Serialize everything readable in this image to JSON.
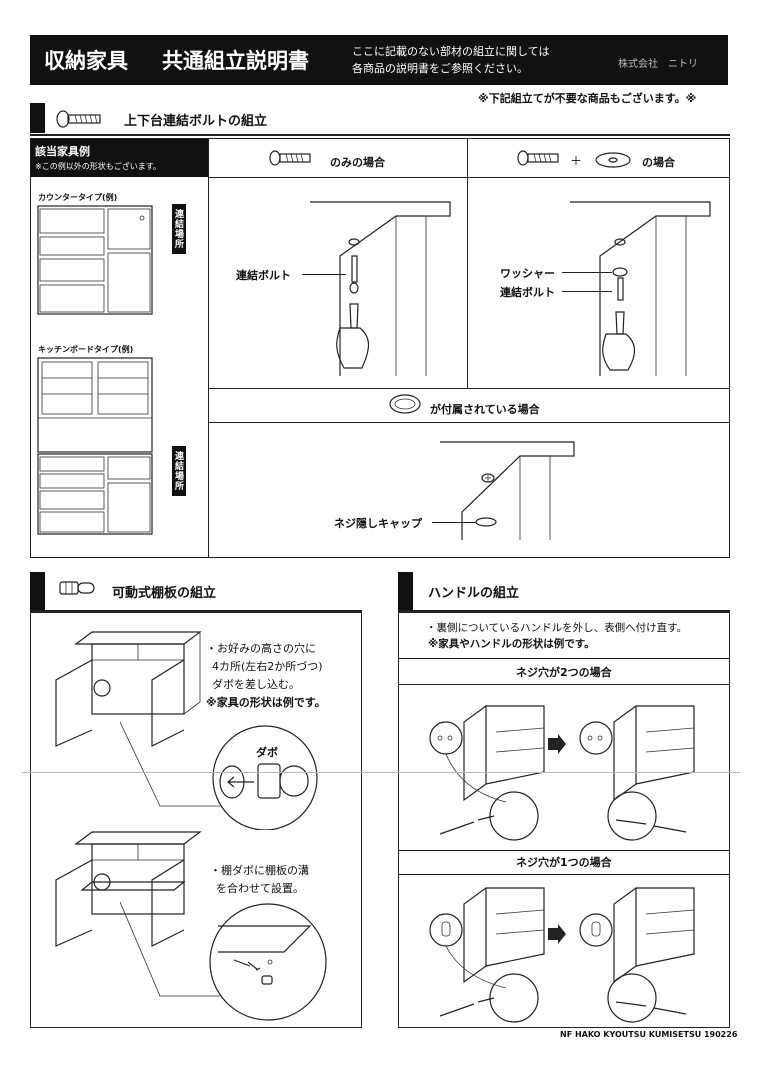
{
  "header": {
    "title_left": "収納家具",
    "title_main": "共通組立説明書",
    "notice_line1": "ここに記載のない部材の組立に関しては",
    "notice_line2": "各商品の説明書をご参照ください。",
    "company": "株式会社　ニトリ",
    "sub_notice": "※下記組立てが不要な商品もございます。※"
  },
  "section_bolt": {
    "title": "上下台連結ボルトの組立",
    "example_title": "該当家具例",
    "example_note": "※この例以外の形状もございます。",
    "case_only": "のみの場合",
    "case_plus": "＋",
    "case_both": "の場合",
    "counter_type": "カウンタータイプ(例)",
    "kitchen_type": "キッチンボードタイプ(例)",
    "tag1": "連結場所",
    "tag2": "連結場所",
    "label_bolt": "連結ボルト",
    "label_washer": "ワッシャー",
    "label_bolt2": "連結ボルト",
    "cap_case": "が付属されている場合",
    "label_cap": "ネジ隠しキャップ"
  },
  "section_shelf": {
    "title": "可動式棚板の組立",
    "note1_line1": "・お好みの高さの穴に",
    "note1_line2": "4カ所(左右2か所づつ)",
    "note1_line3": "ダボを差し込む。",
    "note1_line4": "※家具の形状は例です。",
    "dabo": "ダボ",
    "note2_line1": "・棚ダボに棚板の溝",
    "note2_line2": "を合わせて設置。"
  },
  "section_handle": {
    "title": "ハンドルの組立",
    "note_line1": "・裏側についているハンドルを外し、表側へ付け直す。",
    "note_line2": "※家具やハンドルの形状は例です。",
    "case_two": "ネジ穴が2つの場合",
    "case_one": "ネジ穴が1つの場合"
  },
  "footer": {
    "code": "NF HAKO KYOUTSU KUMISETSU 190226"
  }
}
